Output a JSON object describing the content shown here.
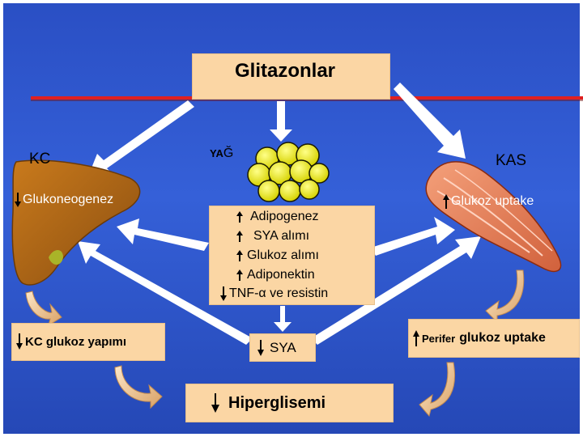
{
  "diagram": {
    "title": "Glitazonlar",
    "liver": {
      "label": "KC",
      "effect": "Glukoneogenez",
      "outcome": "KC glukoz yapımı"
    },
    "fat": {
      "label_prefix": "YA",
      "label_suffix": "Ğ",
      "effects": [
        "Adipogenez",
        "SYA alımı",
        "Glukoz alımı",
        "Adiponektin",
        "TNF-α ve resistin"
      ],
      "outcome": "SYA"
    },
    "muscle": {
      "label": "KAS",
      "effect": "Glukoz uptake",
      "outcome_prefix": "Perifer",
      "outcome_main": "glukoz uptake"
    },
    "result": "Hiperglisemi"
  },
  "colors": {
    "background": "#3056cf",
    "box": "#fbd6a4",
    "red_line": "#e02020",
    "arrow": "#ffffff"
  },
  "icons": {
    "up": "up-arrow-icon",
    "down": "down-arrow-icon"
  }
}
